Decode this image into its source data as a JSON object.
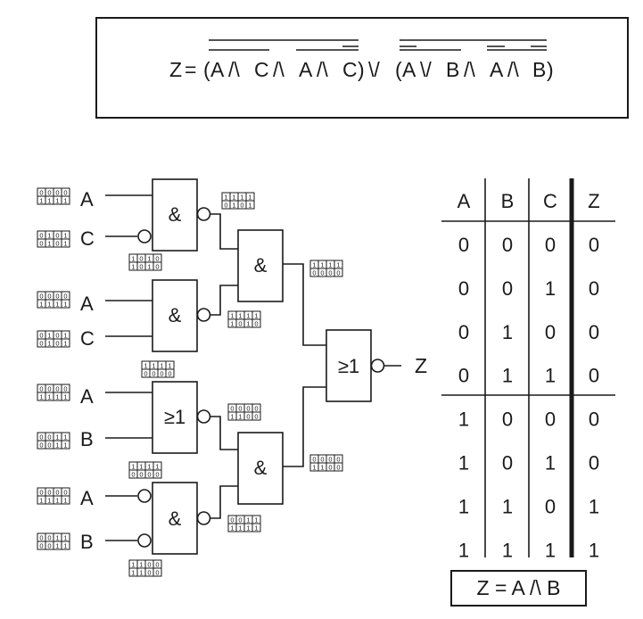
{
  "formula": {
    "lhs": "Z",
    "eq": "=",
    "open": "(",
    "close": ")",
    "and": "/\\",
    "or": "\\/",
    "t1": "A",
    "t2": "C",
    "t3": "A",
    "t4": "C",
    "t5": "A",
    "t6": "B",
    "t7": "A",
    "t8": "B"
  },
  "gates": {
    "and": "&",
    "or": "≥1",
    "output": "Z"
  },
  "inputs": [
    {
      "label": "A",
      "bits_top": "0000",
      "bits_bottom": "1111"
    },
    {
      "label": "C",
      "bits_top": "0101",
      "bits_bottom": "0101"
    },
    {
      "label": "A",
      "bits_top": "0000",
      "bits_bottom": "1111"
    },
    {
      "label": "C",
      "bits_top": "0101",
      "bits_bottom": "0101"
    },
    {
      "label": "A",
      "bits_top": "0000",
      "bits_bottom": "1111"
    },
    {
      "label": "B",
      "bits_top": "0011",
      "bits_bottom": "0011"
    },
    {
      "label": "A",
      "bits_top": "0000",
      "bits_bottom": "1111"
    },
    {
      "label": "B",
      "bits_top": "0011",
      "bits_bottom": "0011"
    }
  ],
  "annotations": [
    {
      "top": "1111",
      "bottom": "0101"
    },
    {
      "top": "1010",
      "bottom": "1010"
    },
    {
      "top": "1111",
      "bottom": "0000"
    },
    {
      "top": "1111",
      "bottom": "1010"
    },
    {
      "top": "1111",
      "bottom": "0000"
    },
    {
      "top": "0000",
      "bottom": "1100"
    },
    {
      "top": "0000",
      "bottom": "1100"
    },
    {
      "top": "1111",
      "bottom": "0000"
    },
    {
      "top": "0011",
      "bottom": "1111"
    },
    {
      "top": "1100",
      "bottom": "1100"
    }
  ],
  "truth_table": {
    "headers": [
      "A",
      "B",
      "C",
      "Z"
    ],
    "rows": [
      [
        "0",
        "0",
        "0",
        "0"
      ],
      [
        "0",
        "0",
        "1",
        "0"
      ],
      [
        "0",
        "1",
        "0",
        "0"
      ],
      [
        "0",
        "1",
        "1",
        "0"
      ],
      [
        "1",
        "0",
        "0",
        "0"
      ],
      [
        "1",
        "0",
        "1",
        "0"
      ],
      [
        "1",
        "1",
        "0",
        "1"
      ],
      [
        "1",
        "1",
        "1",
        "1"
      ]
    ]
  },
  "result": "Z = A /\\ B"
}
